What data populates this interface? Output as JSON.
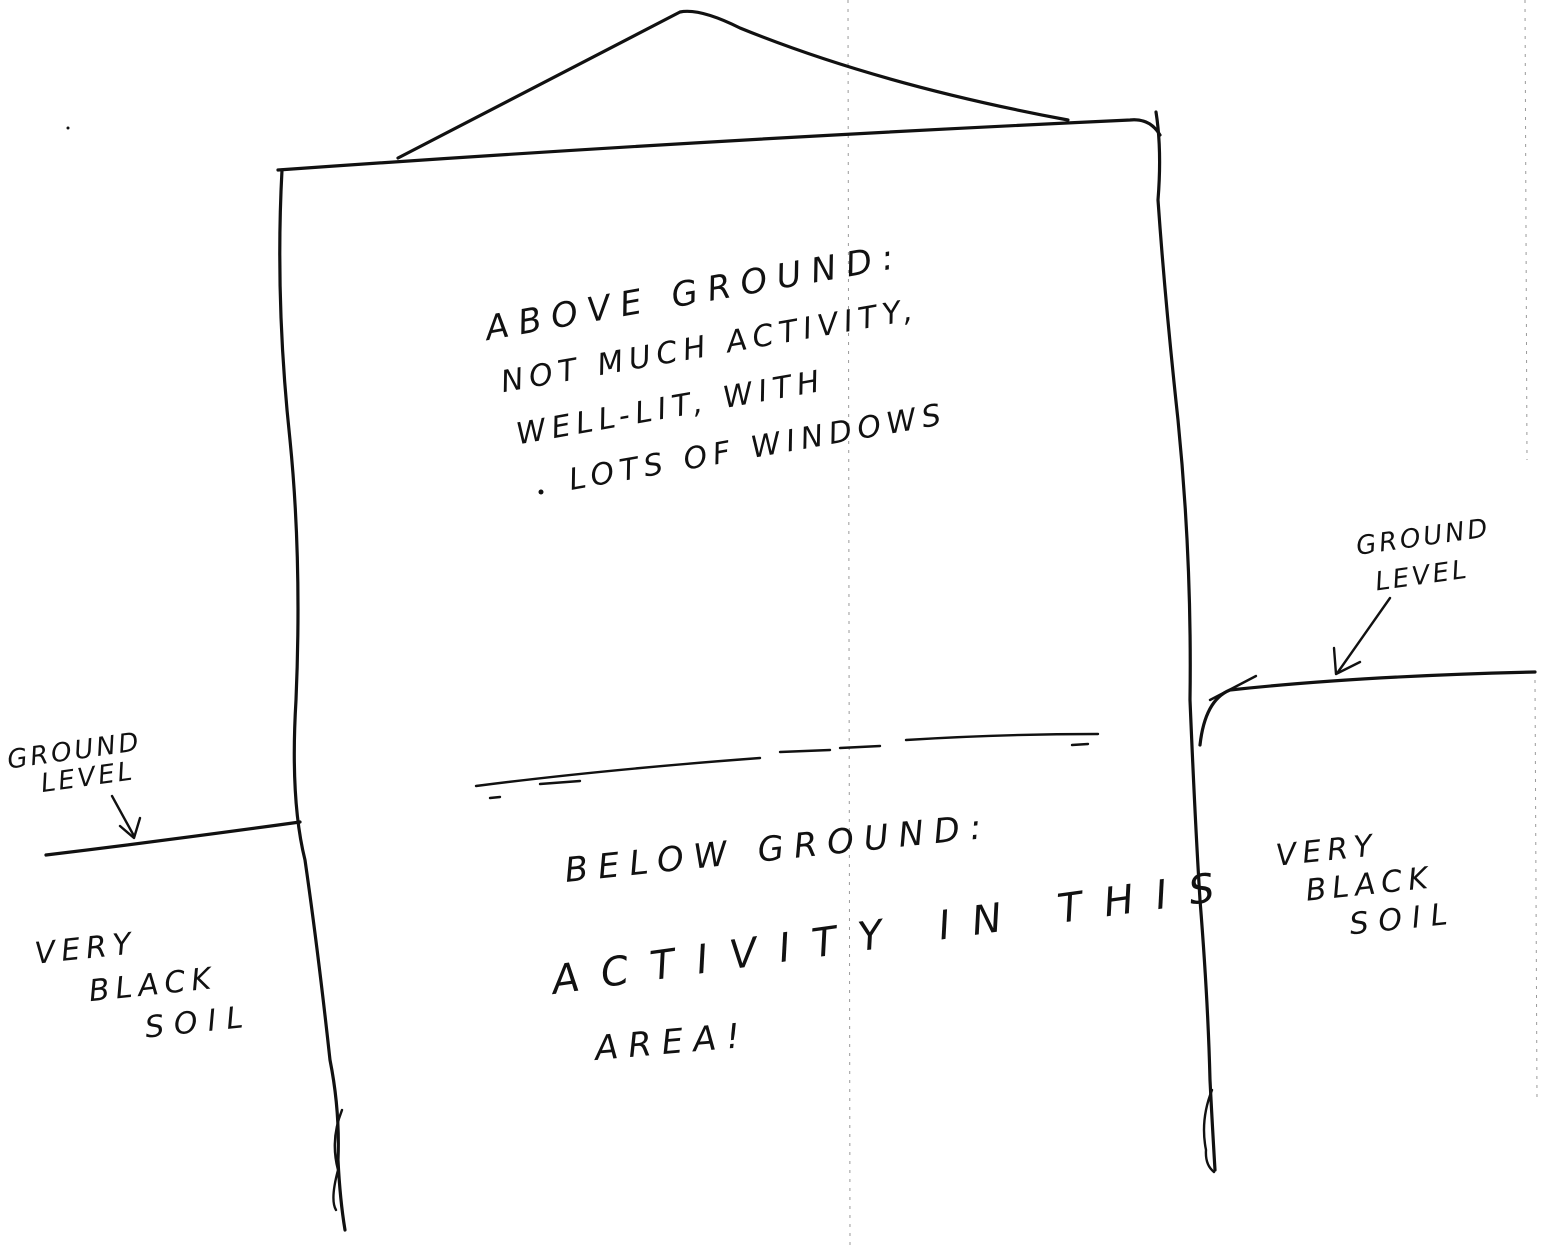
{
  "above_ground": {
    "line1": "ABOVE GROUND:",
    "line2": "NOT MUCH ACTIVITY,",
    "line3": "WELL-LIT, WITH",
    "line4": "LOTS OF WINDOWS"
  },
  "below_ground": {
    "line1": "BELOW GROUND:",
    "line2": "ACTIVITY IN THIS",
    "line3": "AREA!"
  },
  "left_side": {
    "ground_label_1": "GROUND",
    "ground_label_2": "LEVEL",
    "soil_1": "VERY",
    "soil_2": "BLACK",
    "soil_3": "SOIL"
  },
  "right_side": {
    "ground_label_1": "GROUND",
    "ground_label_2": "LEVEL",
    "soil_1": "VERY",
    "soil_2": "BLACK",
    "soil_3": "SOIL"
  }
}
